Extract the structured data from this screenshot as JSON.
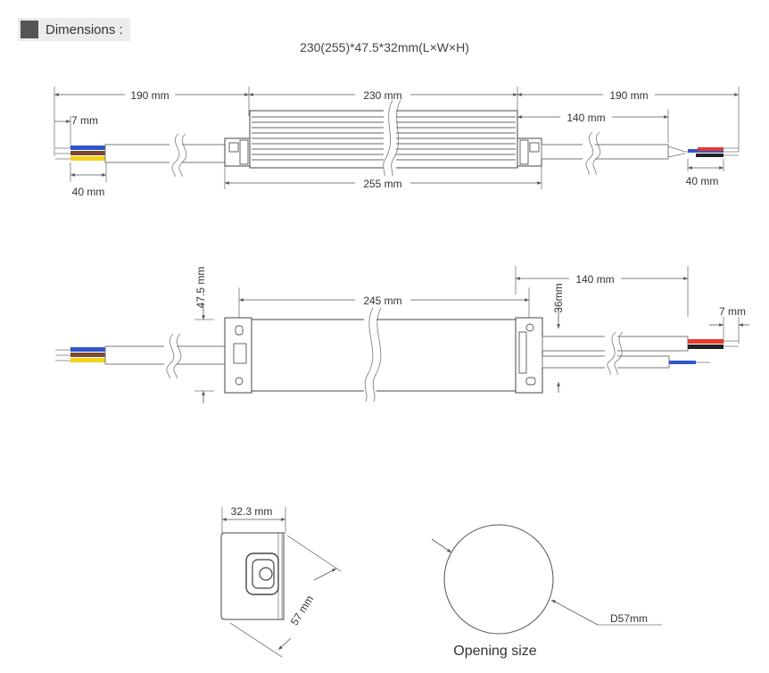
{
  "header": {
    "title": "Dimensions :"
  },
  "spec": "230(255)*47.5*32mm(L×W×H)",
  "views": {
    "top": {
      "dim_left_cable": "190 mm",
      "dim_body": "230 mm",
      "dim_right_cable": "190 mm",
      "dim_strip_left": "7 mm",
      "dim_right_split": "140 mm",
      "dim_overall": "255 mm",
      "dim_left_conductors": "40 mm",
      "dim_right_conductors": "40 mm"
    },
    "front": {
      "dim_height": "47.5 mm",
      "dim_mounting": "245 mm",
      "dim_hole_spacing": "36mm",
      "dim_right_split": "140 mm",
      "dim_strip_right": "7 mm"
    },
    "end": {
      "dim_depth": "32.3 mm",
      "dim_diagonal": "57 mm"
    },
    "opening": {
      "dim_diameter": "D57mm",
      "caption": "Opening size"
    }
  },
  "colors": {
    "wire_blue": "#2f55c8",
    "wire_brown": "#7a4a2c",
    "wire_yellow": "#f2d21b",
    "wire_red": "#e8392b",
    "wire_black": "#222222",
    "header_square": "#555555",
    "header_bg": "#ececec"
  }
}
